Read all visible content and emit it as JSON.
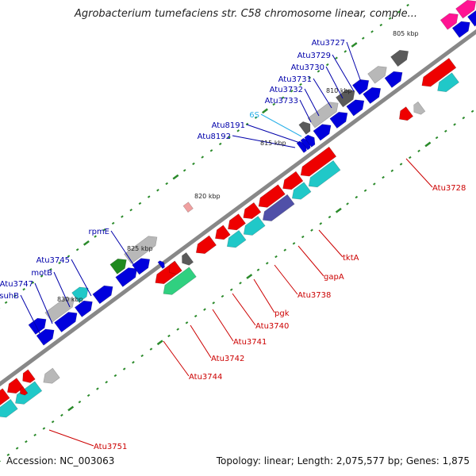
{
  "title": "Agrobacterium tumefaciens str. C58 chromosome linear, comple...",
  "footer": {
    "accession_label": "Accession:",
    "accession": "NC_003063",
    "topology_label": "Topology:",
    "topology": "linear",
    "length_label": "Length:",
    "length": "2,075,577 bp",
    "genes_label": "Genes:",
    "genes": "1,875"
  },
  "colors": {
    "red": "#ee0000",
    "blue": "#0000dd",
    "cyan": "#20c8c8",
    "gray": "#b8b8b8",
    "darkgray": "#5a5a5a",
    "green": "#1f8a1f",
    "magenta": "#ff1493",
    "navy": "#5050a8",
    "mint": "#30d080",
    "backbone": "#888888",
    "label_blue": "#0000aa",
    "label_red": "#cc0000",
    "label_rna": "#2ab0e8"
  },
  "kbp_labels": [
    "805 kbp",
    "810 kbp",
    "815 kbp",
    "820 kbp",
    "825 kbp",
    "830 kbp"
  ],
  "forward_labels": [
    "Atu3727",
    "Atu3729",
    "Atu3730",
    "Atu3731",
    "Atu3732",
    "Atu3733",
    "6S",
    "Atu8191",
    "Atu8192",
    "rpmE",
    "Atu3745",
    "motB",
    "Atu3747",
    "suhB"
  ],
  "reverse_labels": [
    "Atu3728",
    "tktA",
    "gapA",
    "Atu3738",
    "pgk",
    "Atu3740",
    "Atu3741",
    "Atu3742",
    "Atu3744",
    "Atu3751"
  ]
}
